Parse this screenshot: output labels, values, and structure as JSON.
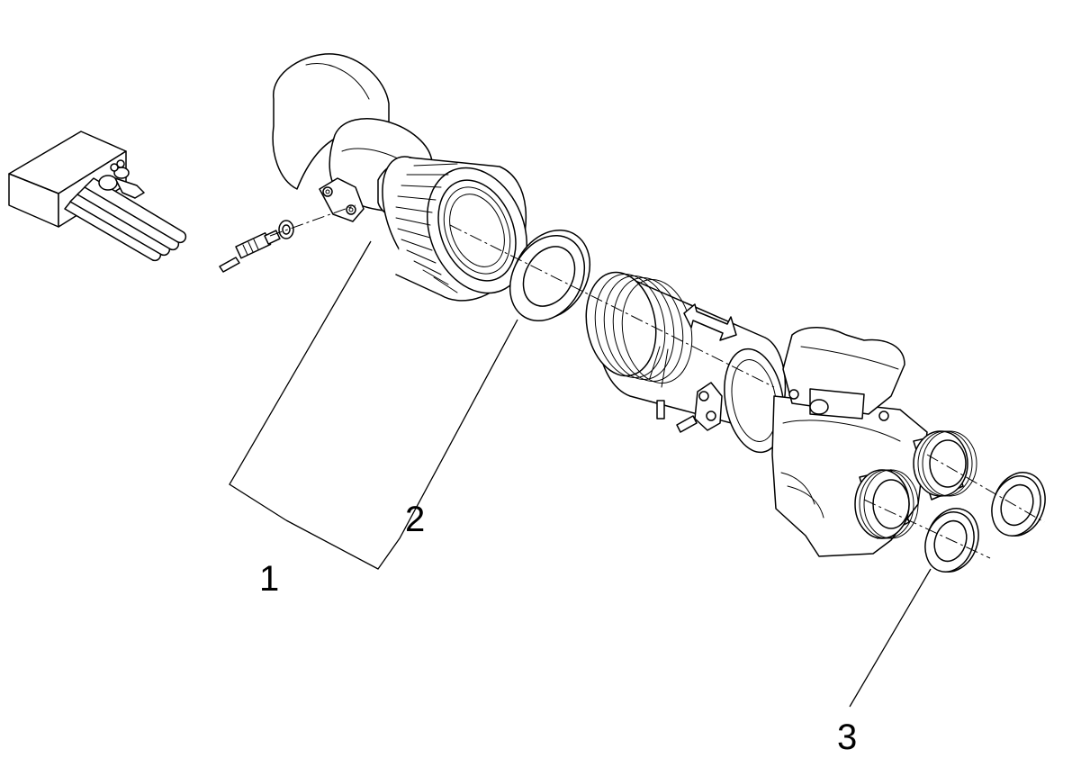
{
  "diagram": {
    "callouts": [
      {
        "id": "1",
        "text": "1"
      },
      {
        "id": "2",
        "text": "2"
      },
      {
        "id": "3",
        "text": "3"
      }
    ]
  },
  "colors": {
    "line": "#000000",
    "background": "#ffffff"
  }
}
